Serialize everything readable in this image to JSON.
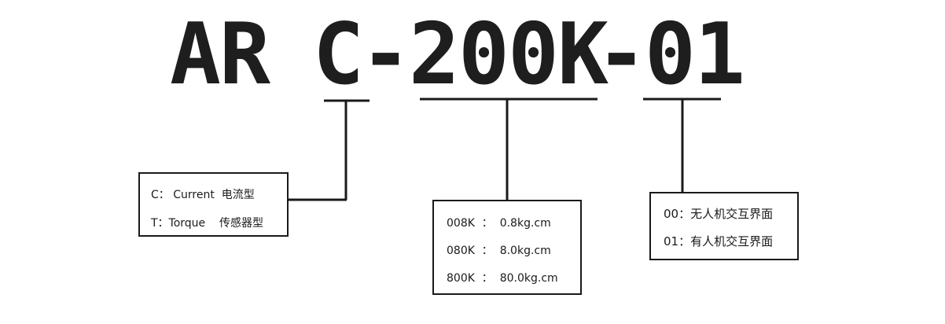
{
  "model_code": {
    "prefix": "AR",
    "type_code": "C",
    "dash1": "-",
    "torque_code": "200K",
    "dash2": "-",
    "hmi_code": "01"
  },
  "type_box": {
    "lines": [
      "C： Current  电流型",
      "T：Torque    传感器型"
    ]
  },
  "torque_box": {
    "lines": [
      "008K  ：  0.8kg.cm",
      "080K  ：  8.0kg.cm",
      "800K  ：  80.0kg.cm"
    ]
  },
  "hmi_box": {
    "lines": [
      "00：无人机交互界面",
      "01：有人机交互界面"
    ]
  }
}
